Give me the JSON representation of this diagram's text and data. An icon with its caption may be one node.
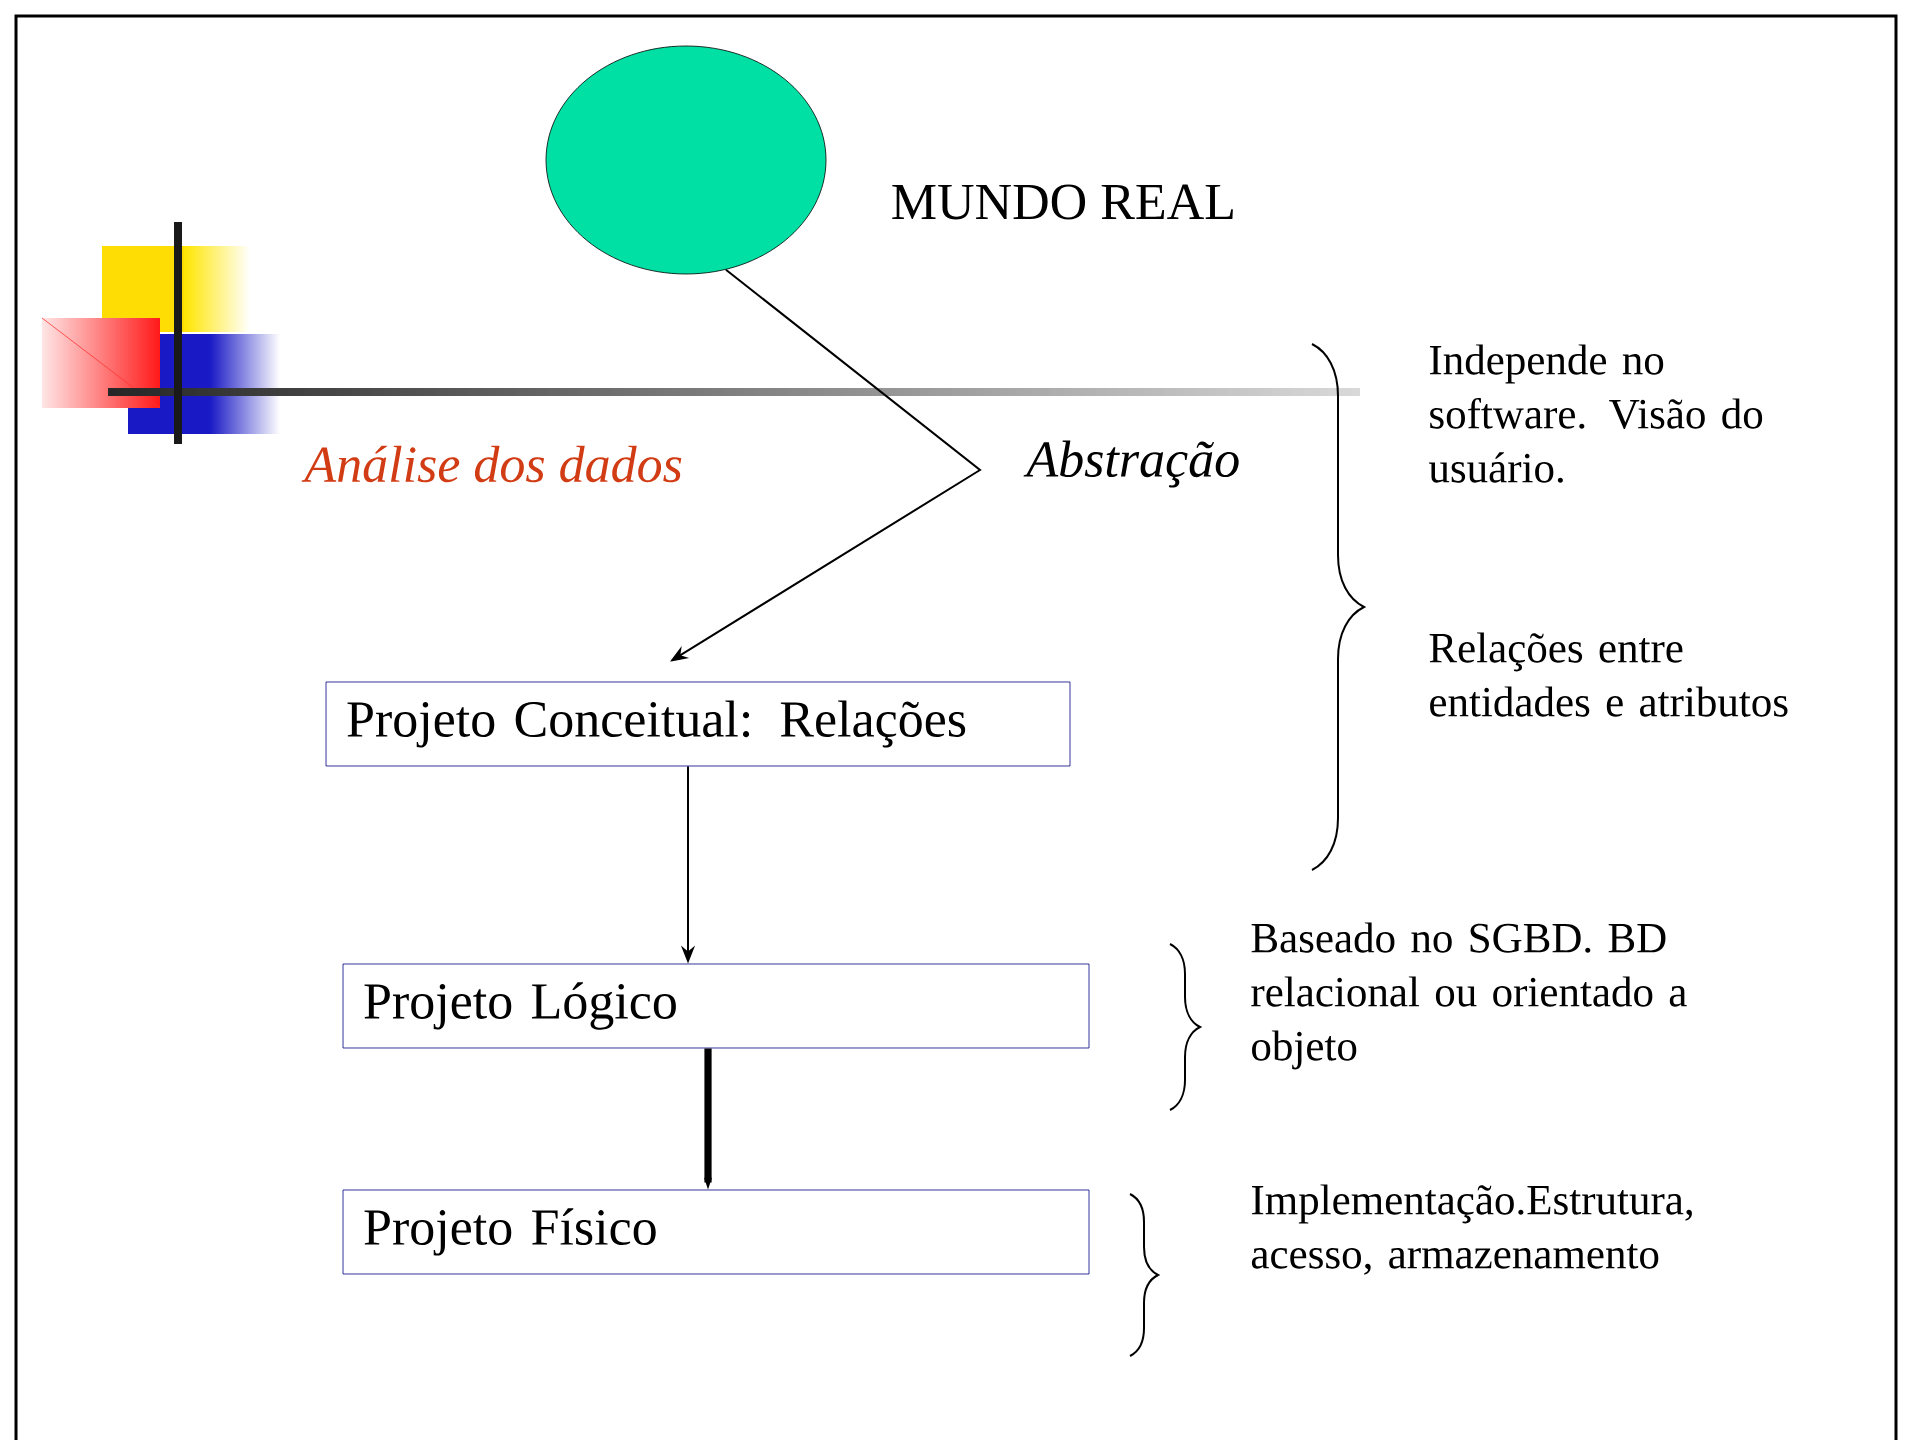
{
  "diagram": {
    "nodes": [
      {
        "text": [],
        "shape": "circle",
        "beside": [
          "MUNDO REAL"
        ]
      },
      {
        "text": [
          "Projeto Conceitual:  Relações"
        ]
      },
      {
        "text": [
          "Projeto Lógico"
        ]
      },
      {
        "text": [
          "Projeto Físico"
        ]
      }
    ],
    "edges": [
      {
        "from": 0,
        "to": 1,
        "arrow": "to"
      },
      {
        "from": 1,
        "to": 2,
        "arrow": "to"
      },
      {
        "from": 2,
        "to": 3,
        "arrow": "to",
        "style": "thick"
      }
    ],
    "labels": [
      "Análise dos dados",
      "Abstração",
      "Independe no software. Visão do usuário.",
      "Relações entre entidades e atributos",
      "Baseado no SGBD. BD relacional ou orientado a objeto",
      "Implementação.Estrutura, acesso, armazenamento"
    ]
  }
}
